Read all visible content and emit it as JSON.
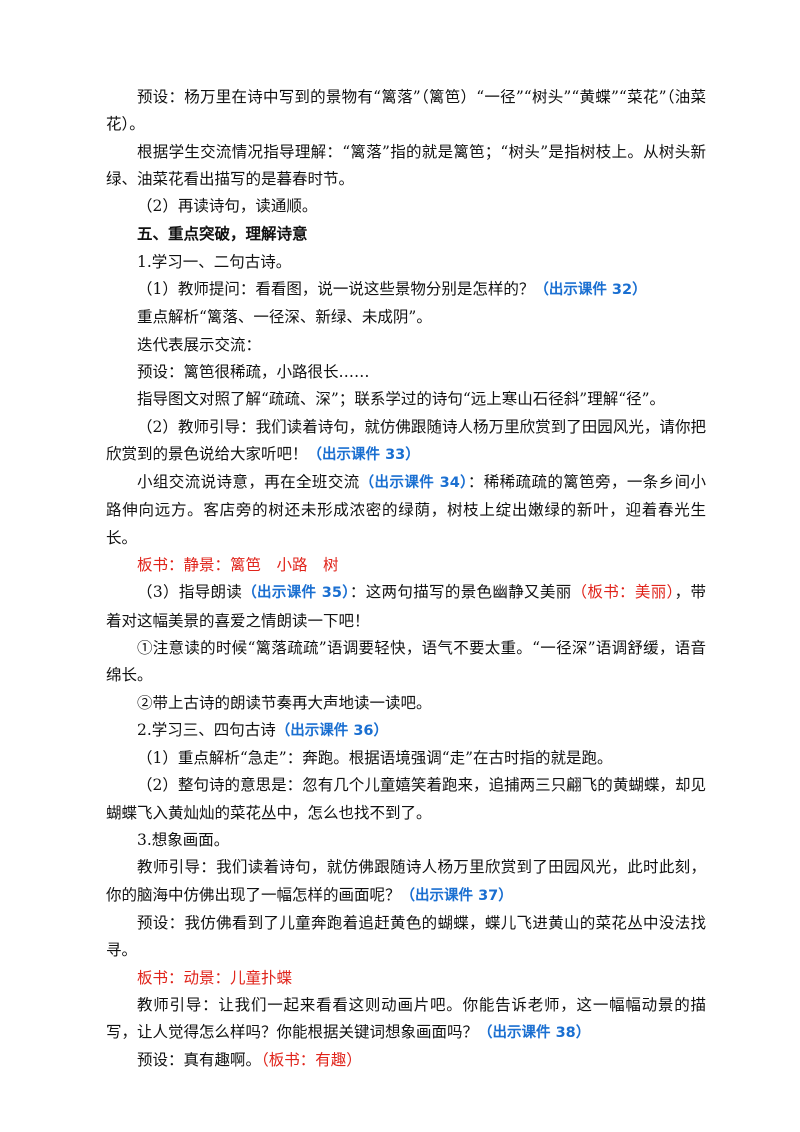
{
  "paragraphs": [
    {
      "segments": [
        {
          "t": "预设：杨万里在诗中写到的景物有“篱落”（篱笆）“一径”“树头”“黄蝶”“菜花”（油菜花）。"
        }
      ]
    },
    {
      "segments": [
        {
          "t": "根据学生交流情况指导理解：“篱落”指的就是篱笆；“树头”是指树枝上。从树头新绿、油菜花看出描写的是暮春时节。"
        }
      ]
    },
    {
      "segments": [
        {
          "t": "（2）再读诗句，读通顺。"
        }
      ]
    },
    {
      "segments": [
        {
          "t": "五、重点突破，理解诗意",
          "s": "bold"
        }
      ]
    },
    {
      "segments": [
        {
          "t": "1.学习一、二句古诗。"
        }
      ]
    },
    {
      "segments": [
        {
          "t": "（1）教师提问：看看图，说一说这些景物分别是怎样的？"
        },
        {
          "t": "（出示课件 32）",
          "s": "blue"
        }
      ]
    },
    {
      "segments": [
        {
          "t": "重点解析“篱落、一径深、新绿、未成阴”。"
        }
      ]
    },
    {
      "segments": [
        {
          "t": "迭代表展示交流："
        }
      ]
    },
    {
      "segments": [
        {
          "t": "预设：篱笆很稀疏，小路很长……"
        }
      ]
    },
    {
      "segments": [
        {
          "t": "指导图文对照了解“疏疏、深”；联系学过的诗句“远上寒山石径斜”理解“径”。"
        }
      ]
    },
    {
      "segments": [
        {
          "t": "（2）教师引导：我们读着诗句，就仿佛跟随诗人杨万里欣赏到了田园风光，请你把欣赏到的景色说给大家听吧！"
        },
        {
          "t": "（出示课件 33）",
          "s": "blue"
        }
      ]
    },
    {
      "segments": [
        {
          "t": "小组交流说诗意，再在全班交流"
        },
        {
          "t": "（出示课件 34）",
          "s": "blue"
        },
        {
          "t": "：稀稀疏疏的篱笆旁，一条乡间小路伸向远方。客店旁的树还未形成浓密的绿荫，树枝上绽出嫩绿的新叶，迎着春光生长。"
        }
      ]
    },
    {
      "segments": [
        {
          "t": "板书：静景：篱笆　小路　树",
          "s": "red"
        }
      ]
    },
    {
      "segments": [
        {
          "t": "（3）指导朗读"
        },
        {
          "t": "（出示课件 35）",
          "s": "blue"
        },
        {
          "t": "：这两句描写的景色幽静又美丽"
        },
        {
          "t": "（板书：美丽）",
          "s": "red"
        },
        {
          "t": "，带着对这幅美景的喜爱之情朗读一下吧！"
        }
      ]
    },
    {
      "segments": [
        {
          "t": "①注意读的时候“篱落疏疏”语调要轻快，语气不要太重。“一径深”语调舒缓，语音绵长。"
        }
      ]
    },
    {
      "segments": [
        {
          "t": "②带上古诗的朗读节奏再大声地读一读吧。"
        }
      ]
    },
    {
      "segments": [
        {
          "t": "2.学习三、四句古诗"
        },
        {
          "t": "（出示课件 36）",
          "s": "blue"
        }
      ]
    },
    {
      "segments": [
        {
          "t": "（1）重点解析“急走”：奔跑。根据语境强调“走”在古时指的就是跑。"
        }
      ]
    },
    {
      "segments": [
        {
          "t": "（2）整句诗的意思是：忽有几个儿童嬉笑着跑来，追捕两三只翩飞的黄蝴蝶，却见蝴蝶飞入黄灿灿的菜花丛中，怎么也找不到了。"
        }
      ]
    },
    {
      "segments": [
        {
          "t": "3.想象画面。"
        }
      ]
    },
    {
      "segments": [
        {
          "t": "教师引导：我们读着诗句，就仿佛跟随诗人杨万里欣赏到了田园风光，此时此刻，你的脑海中仿佛出现了一幅怎样的画面呢？"
        },
        {
          "t": "（出示课件 37）",
          "s": "blue"
        }
      ]
    },
    {
      "segments": [
        {
          "t": "预设：我仿佛看到了儿童奔跑着追赶黄色的蝴蝶，蝶儿飞进黄山的菜花丛中没法找寻。"
        }
      ]
    },
    {
      "segments": [
        {
          "t": "板书：动景：儿童扑蝶",
          "s": "red"
        }
      ]
    },
    {
      "segments": [
        {
          "t": "教师引导：让我们一起来看看这则动画片吧。你能告诉老师，这一幅幅动景的描写，让人觉得怎么样吗？你能根据关键词想象画面吗？"
        },
        {
          "t": "（出示课件 38）",
          "s": "blue"
        }
      ]
    },
    {
      "segments": [
        {
          "t": "预设：真有趣啊。"
        },
        {
          "t": "（板书：有趣）",
          "s": "red"
        }
      ]
    }
  ]
}
